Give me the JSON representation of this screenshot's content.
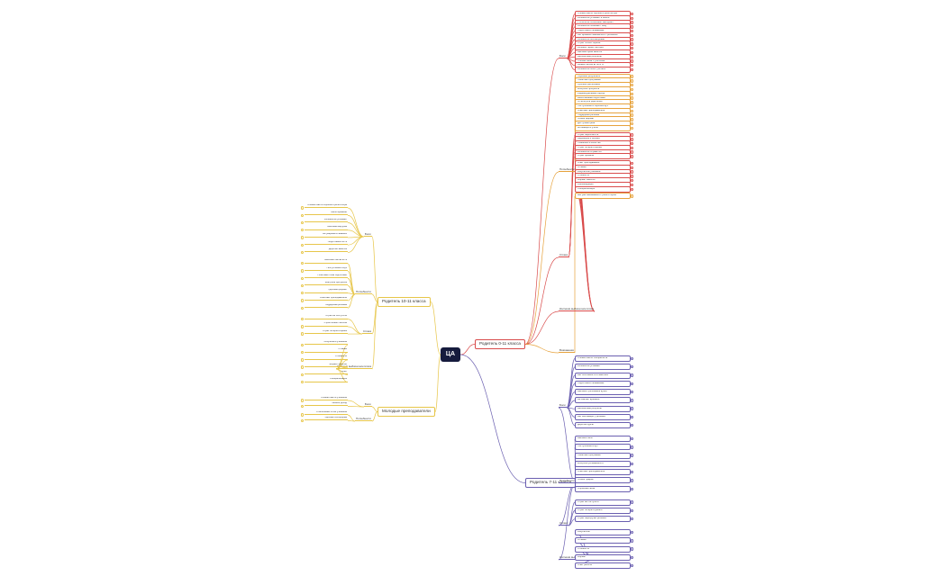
{
  "palette": {
    "root": "#161b3d",
    "red": "#d94b4b",
    "orange": "#e6a23c",
    "yellow": "#e7c64a",
    "purple": "#6a5fb0",
    "grey": "#9aa0b0"
  },
  "root": {
    "label": "ЦА"
  },
  "right_branches": [
    {
      "label": "Родитель 0-11 класса",
      "color": "red",
      "groups": [
        {
          "label": "Боли",
          "color": "red",
          "leaves": [
            "Сложно найти хорошего репетитора",
            "Ребенок не успевает в школе",
            "Учителя не объясняют материал",
            "Ребенок не понимает тему",
            "Подготовка к экзаменам",
            "Нет времени заниматься с ребенком",
            "Ребенок не мотивирован",
            "Страх плохих оценок",
            "Ребенок теряет интерес",
            "Высокая цена занятий",
            "Непонятный результат",
            "Плохая связь с учителем",
            "Низкие баллы ЕГЭ/ОГЭ",
            "Ребенок не хочет учиться"
          ]
        },
        {
          "label": "Потребности",
          "color": "orange",
          "leaves": [
            "Хорошие результаты",
            "Понятная программа",
            "Удобное расписание",
            "Контроль прогресса",
            "Индивидуальный подход",
            "Качественная подготовка",
            "Отчеты для родителей",
            "Поступление в хороший вуз",
            "Опытный преподаватель",
            "Поддержка ребенка",
            "Гибкий формат",
            "Доступная цена",
            "Мотивация к учебе"
          ]
        },
        {
          "label": "Страхи",
          "color": "red",
          "leaves": [
            "Страх переплатить",
            "Недоверие к онлайн",
            "Сомнения в качестве",
            "Страх потерять время",
            "Ребенок не справится",
            "Страх провала"
          ]
        },
        {
          "label": "Критерии выбора репетитора",
          "color": "red",
          "leaves": [
            "Опыт преподавания",
            "Отзывы",
            "Результаты учеников",
            "Стоимость",
            "Формат занятий",
            "Рекомендации",
            "Специализация"
          ]
        },
        {
          "label": "Возражения",
          "color": "orange",
          "leaves": [
            "Мы уже занимаемся с репетитором"
          ]
        }
      ]
    },
    {
      "label": "Родитель 7-11 класса",
      "color": "purple",
      "groups": [
        {
          "label": "Боли",
          "color": "purple",
          "leaves": [
            "Сложно найти специалиста",
            "Ребенок не успевает",
            "Нет системности в занятиях",
            "Подготовка к экзаменам",
            "Высокие требования вузов",
            "Не хватает времени",
            "Непонятный результат",
            "Нет мотивации у ребенка",
            "Дорогие курсы"
          ]
        },
        {
          "label": "Потребности",
          "color": "purple",
          "leaves": [
            "Высокий балл",
            "Поступление в вуз",
            "Понятная программа",
            "Контроль успеваемости",
            "Опытный преподаватель",
            "Гибкий график",
            "Обратная связь"
          ]
        },
        {
          "label": "Страхи",
          "color": "purple",
          "leaves": [
            "Страх не поступить",
            "Страх потерять деньги",
            "Страх перегрузки ребенка"
          ]
        },
        {
          "label": "Критерии выбора репетитора",
          "color": "purple",
          "leaves": [
            "Результаты",
            "Отзывы",
            "Стоимость",
            "Формат",
            "Опыт работы"
          ]
        }
      ]
    }
  ],
  "left_branches": [
    {
      "label": "Родитель 10-11 класса",
      "color": "yellow",
      "groups": [
        {
          "label": "Боли",
          "leaves": [
            "Сложно найти хорошего репетитора",
            "Мало времени",
            "Ребенок не успевает",
            "Высокая нагрузка",
            "Не уверены в знаниях",
            "Подготовка к ЕГЭ",
            "Дорогие занятия"
          ]
        },
        {
          "label": "Потребности",
          "leaves": [
            "Высокие баллы ЕГЭ",
            "Поступление в вуз",
            "Понятный план подготовки",
            "Контроль прогресса",
            "Удобный формат",
            "Опытный преподаватель",
            "Поддержка ребенка"
          ]
        },
        {
          "label": "Страхи",
          "leaves": [
            "Страх не поступить",
            "Страх низких баллов",
            "Страх потерять время"
          ]
        },
        {
          "label": "Критерии выбора репетитора",
          "leaves": [
            "Результаты учеников",
            "Отзывы",
            "Стоимость",
            "Формат занятий",
            "Опыт",
            "Специализация"
          ]
        }
      ]
    },
    {
      "label": "Молодые преподаватели",
      "color": "yellow",
      "groups": [
        {
          "label": "Боли",
          "leaves": [
            "Сложно найти учеников",
            "Низкий доход"
          ]
        },
        {
          "label": "Потребности",
          "leaves": [
            "Стабильный поток учеников",
            "Удобная платформа"
          ]
        }
      ]
    }
  ]
}
